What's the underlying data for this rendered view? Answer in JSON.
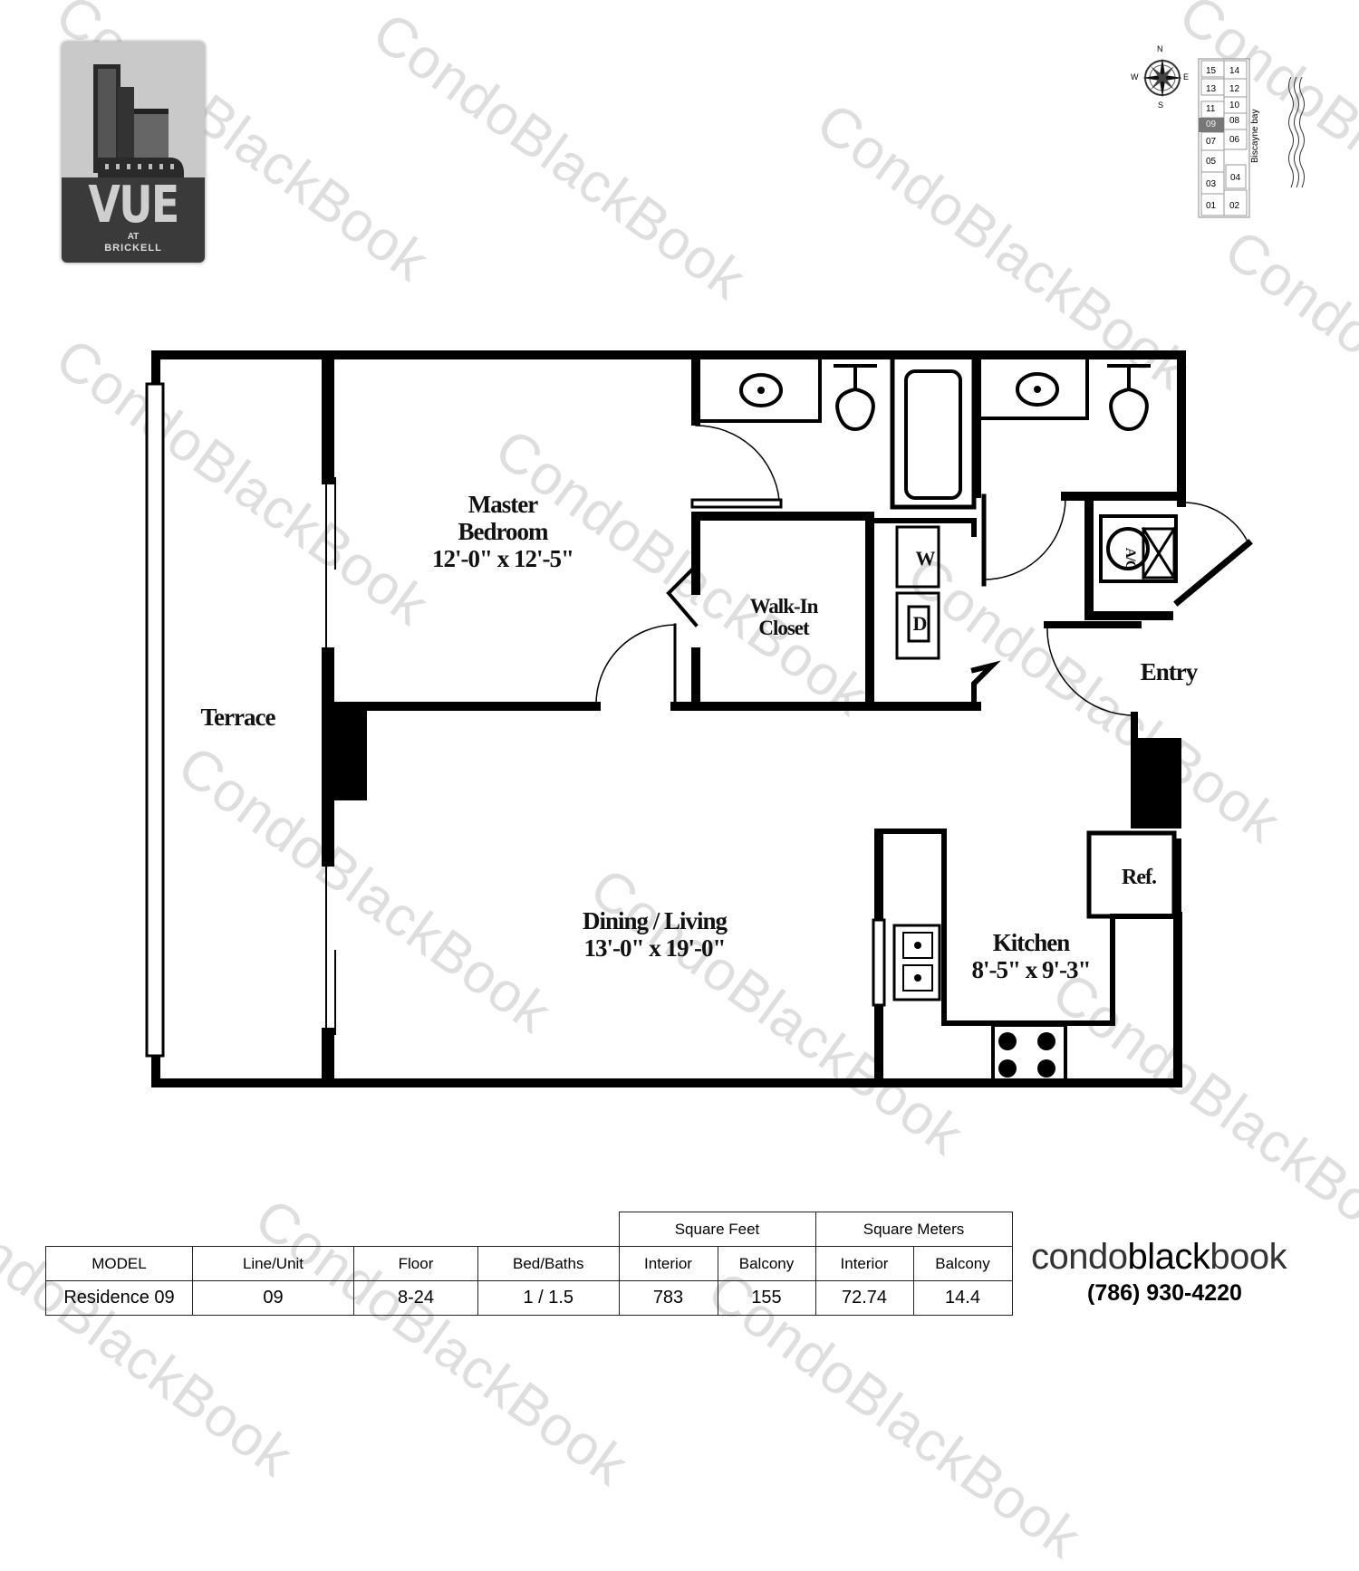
{
  "watermark": "CondoBlackBook",
  "logo": {
    "name": "VUE",
    "at": "AT",
    "location": "BRICKELL"
  },
  "key_plan": {
    "compass": {
      "n": "N",
      "s": "S",
      "e": "E",
      "w": "W"
    },
    "units": [
      "15",
      "14",
      "13",
      "12",
      "11",
      "10",
      "09",
      "08",
      "07",
      "06",
      "05",
      "04",
      "03",
      "02",
      "01"
    ],
    "highlighted_unit": "09",
    "water_label": "Biscayne bay",
    "highlight_color": "#777777"
  },
  "rooms": {
    "master": {
      "name1": "Master",
      "name2": "Bedroom",
      "dims": "12'-0\" x 12'-5\""
    },
    "closet": {
      "name1": "Walk-In",
      "name2": "Closet"
    },
    "terrace": {
      "name": "Terrace"
    },
    "living": {
      "name": "Dining / Living",
      "dims": "13'-0\" x  19'-0\""
    },
    "kitchen": {
      "name": "Kitchen",
      "dims": "8'-5\" x 9'-3\""
    },
    "entry": {
      "name": "Entry"
    },
    "ref": {
      "name": "Ref."
    },
    "washer": "W",
    "dryer": "D",
    "ac": "A/C"
  },
  "spec_table": {
    "group_headers": [
      "Square Feet",
      "Square Meters"
    ],
    "headers": [
      "MODEL",
      "Line/Unit",
      "Floor",
      "Bed/Baths",
      "Interior",
      "Balcony",
      "Interior",
      "Balcony"
    ],
    "values": [
      "Residence 09",
      "09",
      "8-24",
      "1 / 1.5",
      "783",
      "155",
      "72.74",
      "14.4"
    ]
  },
  "brand": {
    "part1": "condo",
    "part2": "black",
    "part3": "book",
    "phone": "(786) 930-4220"
  }
}
